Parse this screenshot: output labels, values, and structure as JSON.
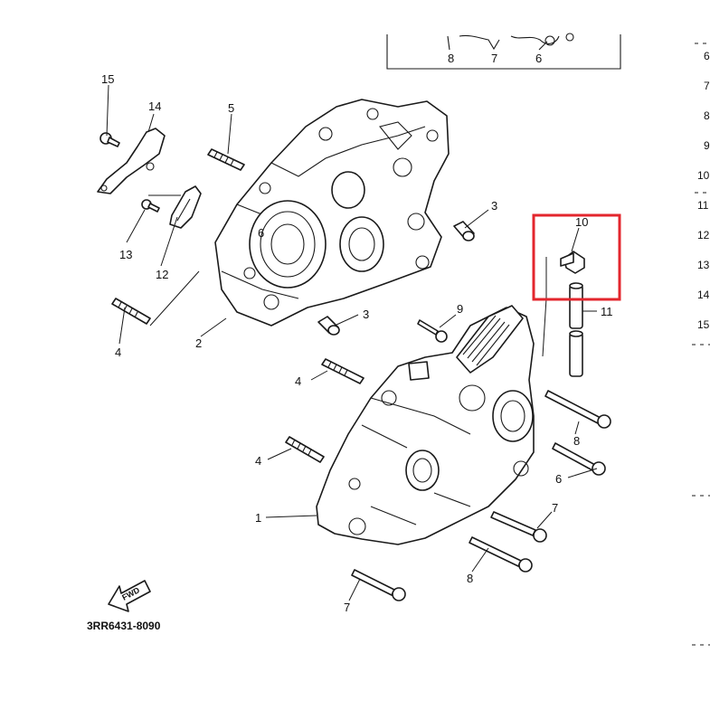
{
  "diagram": {
    "code": "3RR6431-8090",
    "fwd_label": "FWD",
    "inset_labels": [
      "8",
      "7",
      "6"
    ],
    "side_index": [
      "6",
      "7",
      "8",
      "9",
      "10",
      "11",
      "12",
      "13",
      "14",
      "15"
    ],
    "callouts": [
      {
        "id": "c15",
        "text": "15"
      },
      {
        "id": "c14",
        "text": "14"
      },
      {
        "id": "c5",
        "text": "5"
      },
      {
        "id": "c3a",
        "text": "3"
      },
      {
        "id": "c13",
        "text": "13"
      },
      {
        "id": "c12",
        "text": "12"
      },
      {
        "id": "c6a",
        "text": "6"
      },
      {
        "id": "c4a",
        "text": "4"
      },
      {
        "id": "c2",
        "text": "2"
      },
      {
        "id": "c3b",
        "text": "3"
      },
      {
        "id": "c10",
        "text": "10"
      },
      {
        "id": "c11",
        "text": "11"
      },
      {
        "id": "c9",
        "text": "9"
      },
      {
        "id": "c4b",
        "text": "4"
      },
      {
        "id": "c8a",
        "text": "8"
      },
      {
        "id": "c4c",
        "text": "4"
      },
      {
        "id": "c6b",
        "text": "6"
      },
      {
        "id": "c1",
        "text": "1"
      },
      {
        "id": "c7a",
        "text": "7"
      },
      {
        "id": "c8b",
        "text": "8"
      },
      {
        "id": "c7b",
        "text": "7"
      }
    ],
    "highlight_color": "#e3262d"
  }
}
